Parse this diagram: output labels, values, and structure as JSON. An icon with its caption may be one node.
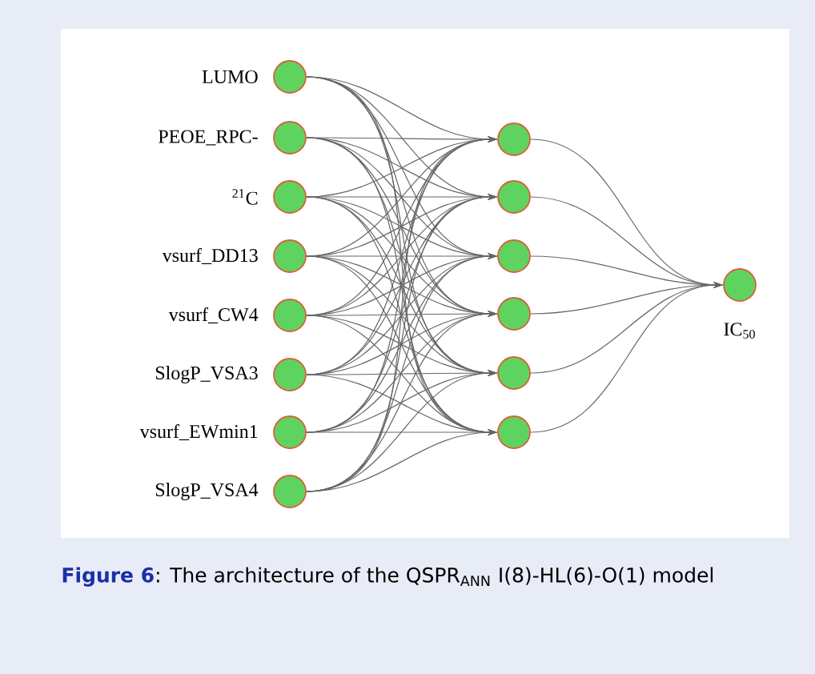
{
  "diagram": {
    "caption": "**Figure 6**: The architecture of the QSPR$_{ANN}$ I(8)-HL(6)-O(1) model",
    "nodes": [
      {
        "text": [],
        "shape": "circle",
        "beside": [
          "LUMO"
        ]
      },
      {
        "text": [],
        "shape": "circle",
        "beside": [
          "PEOE_RPC-"
        ]
      },
      {
        "text": [],
        "shape": "circle",
        "beside": [
          "$^{21}$C"
        ]
      },
      {
        "text": [],
        "shape": "circle",
        "beside": [
          "vsurf_DD13"
        ]
      },
      {
        "text": [],
        "shape": "circle",
        "beside": [
          "vsurf_CW4"
        ]
      },
      {
        "text": [],
        "shape": "circle",
        "beside": [
          "SlogP_VSA3"
        ]
      },
      {
        "text": [],
        "shape": "circle",
        "beside": [
          "vsurf_EWmin1"
        ]
      },
      {
        "text": [],
        "shape": "circle",
        "beside": [
          "SlogP_VSA4"
        ]
      },
      {
        "text": [],
        "shape": "circle"
      },
      {
        "text": [],
        "shape": "circle"
      },
      {
        "text": [],
        "shape": "circle"
      },
      {
        "text": [],
        "shape": "circle"
      },
      {
        "text": [],
        "shape": "circle"
      },
      {
        "text": [],
        "shape": "circle"
      },
      {
        "text": [],
        "shape": "circle",
        "beside": [
          "IC$_{50}$"
        ]
      }
    ],
    "edges": [
      {
        "from": 0,
        "to": 8,
        "arrow": "to"
      },
      {
        "from": 0,
        "to": 9,
        "arrow": "to"
      },
      {
        "from": 0,
        "to": 10,
        "arrow": "to"
      },
      {
        "from": 0,
        "to": 11,
        "arrow": "to"
      },
      {
        "from": 0,
        "to": 12,
        "arrow": "to"
      },
      {
        "from": 0,
        "to": 13,
        "arrow": "to"
      },
      {
        "from": 1,
        "to": 8,
        "arrow": "to"
      },
      {
        "from": 1,
        "to": 9,
        "arrow": "to"
      },
      {
        "from": 1,
        "to": 10,
        "arrow": "to"
      },
      {
        "from": 1,
        "to": 11,
        "arrow": "to"
      },
      {
        "from": 1,
        "to": 12,
        "arrow": "to"
      },
      {
        "from": 1,
        "to": 13,
        "arrow": "to"
      },
      {
        "from": 2,
        "to": 8,
        "arrow": "to"
      },
      {
        "from": 2,
        "to": 9,
        "arrow": "to"
      },
      {
        "from": 2,
        "to": 10,
        "arrow": "to"
      },
      {
        "from": 2,
        "to": 11,
        "arrow": "to"
      },
      {
        "from": 2,
        "to": 12,
        "arrow": "to"
      },
      {
        "from": 2,
        "to": 13,
        "arrow": "to"
      },
      {
        "from": 3,
        "to": 8,
        "arrow": "to"
      },
      {
        "from": 3,
        "to": 9,
        "arrow": "to"
      },
      {
        "from": 3,
        "to": 10,
        "arrow": "to"
      },
      {
        "from": 3,
        "to": 11,
        "arrow": "to"
      },
      {
        "from": 3,
        "to": 12,
        "arrow": "to"
      },
      {
        "from": 3,
        "to": 13,
        "arrow": "to"
      },
      {
        "from": 4,
        "to": 8,
        "arrow": "to"
      },
      {
        "from": 4,
        "to": 9,
        "arrow": "to"
      },
      {
        "from": 4,
        "to": 10,
        "arrow": "to"
      },
      {
        "from": 4,
        "to": 11,
        "arrow": "to"
      },
      {
        "from": 4,
        "to": 12,
        "arrow": "to"
      },
      {
        "from": 4,
        "to": 13,
        "arrow": "to"
      },
      {
        "from": 5,
        "to": 8,
        "arrow": "to"
      },
      {
        "from": 5,
        "to": 9,
        "arrow": "to"
      },
      {
        "from": 5,
        "to": 10,
        "arrow": "to"
      },
      {
        "from": 5,
        "to": 11,
        "arrow": "to"
      },
      {
        "from": 5,
        "to": 12,
        "arrow": "to"
      },
      {
        "from": 5,
        "to": 13,
        "arrow": "to"
      },
      {
        "from": 6,
        "to": 8,
        "arrow": "to"
      },
      {
        "from": 6,
        "to": 9,
        "arrow": "to"
      },
      {
        "from": 6,
        "to": 10,
        "arrow": "to"
      },
      {
        "from": 6,
        "to": 11,
        "arrow": "to"
      },
      {
        "from": 6,
        "to": 12,
        "arrow": "to"
      },
      {
        "from": 6,
        "to": 13,
        "arrow": "to"
      },
      {
        "from": 7,
        "to": 8,
        "arrow": "to"
      },
      {
        "from": 7,
        "to": 9,
        "arrow": "to"
      },
      {
        "from": 7,
        "to": 10,
        "arrow": "to"
      },
      {
        "from": 7,
        "to": 11,
        "arrow": "to"
      },
      {
        "from": 7,
        "to": 12,
        "arrow": "to"
      },
      {
        "from": 7,
        "to": 13,
        "arrow": "to"
      },
      {
        "from": 8,
        "to": 14,
        "arrow": "to"
      },
      {
        "from": 9,
        "to": 14,
        "arrow": "to"
      },
      {
        "from": 10,
        "to": 14,
        "arrow": "to"
      },
      {
        "from": 11,
        "to": 14,
        "arrow": "to"
      },
      {
        "from": 12,
        "to": 14,
        "arrow": "to"
      },
      {
        "from": 13,
        "to": 14,
        "arrow": "to"
      }
    ]
  }
}
